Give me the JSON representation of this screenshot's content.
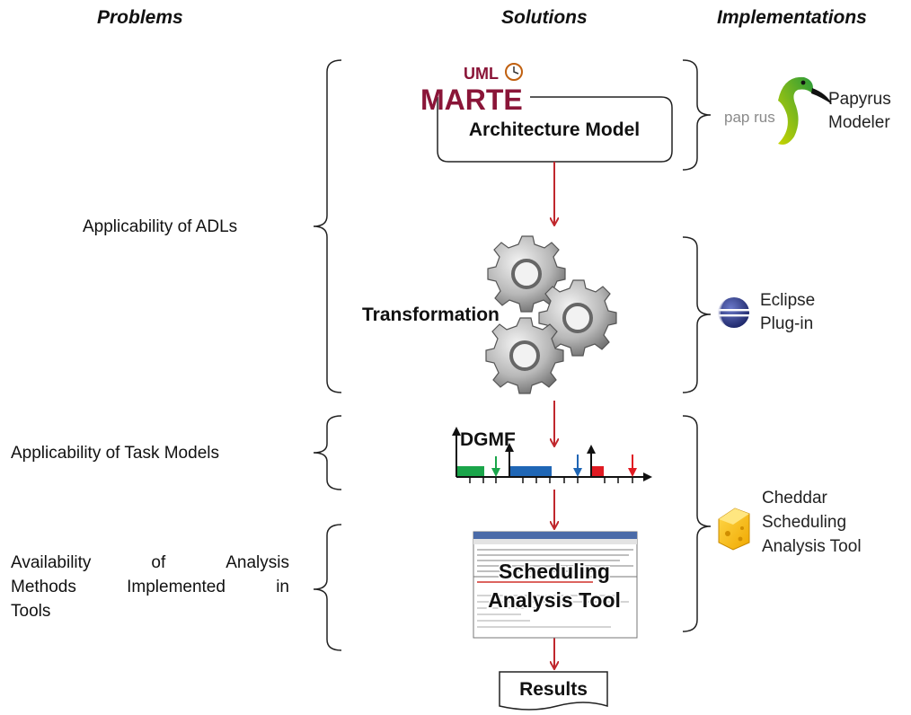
{
  "headers": {
    "problems": "Problems",
    "solutions": "Solutions",
    "implementations": "Implementations"
  },
  "problems": {
    "adl": "Applicability of ADLs",
    "task_models": "Applicability of Task Models",
    "analysis_line1": [
      "Availability",
      "of",
      "Analysis"
    ],
    "analysis_line2": [
      "Methods",
      "Implemented",
      "in"
    ],
    "analysis_line3": "Tools"
  },
  "solutions": {
    "uml_logo": "UML",
    "marte_logo": "MARTE",
    "architecture_model": "Architecture Model",
    "transformation": "Transformation",
    "dgmf": "DGMF",
    "scheduling_line1": "Scheduling",
    "scheduling_line2": "Analysis Tool",
    "results": "Results"
  },
  "implementations": {
    "papyrus_logo": "pap rus",
    "papyrus_line1": "Papyrus",
    "papyrus_line2": "Modeler",
    "eclipse_line1": "Eclipse",
    "eclipse_line2": "Plug-in",
    "cheddar_line1": "Cheddar",
    "cheddar_line2": "Scheduling",
    "cheddar_line3": "Analysis Tool"
  },
  "colors": {
    "arrow": "#c0272d",
    "green": "#1aa54a",
    "blue": "#1f66b5",
    "red": "#e01a22",
    "marte": "#8a1538"
  },
  "icons": {
    "papyrus": "papyrus-bird-icon",
    "eclipse": "eclipse-icon",
    "cheddar": "cheese-icon",
    "gear": "gear-icon"
  }
}
